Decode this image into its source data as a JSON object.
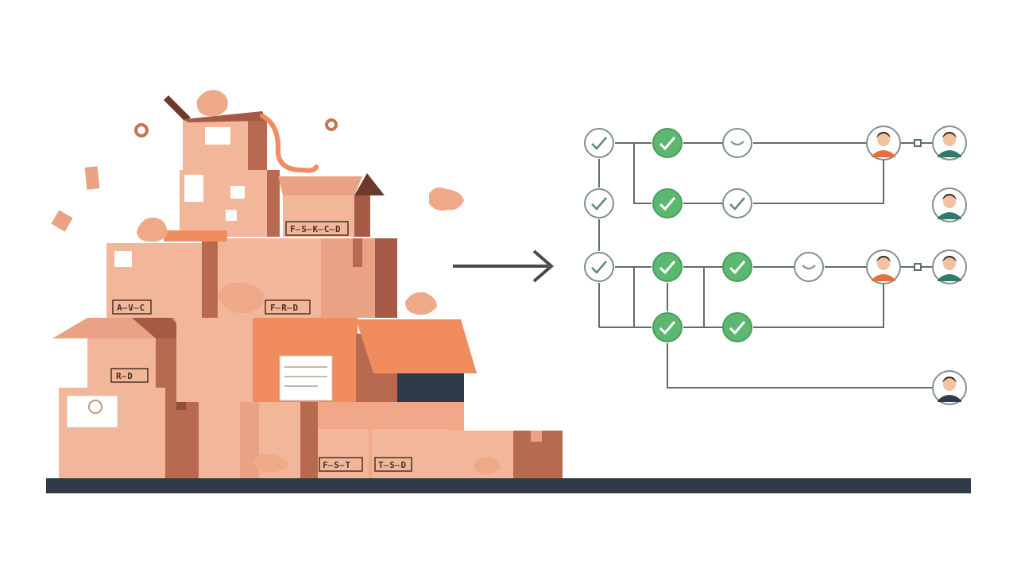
{
  "illustration": {
    "box_labels": [
      "F̶S̶K̶C̶D",
      "A̶V̶C",
      "F̶R̶D",
      "R̶D",
      "F̶S̶T",
      "T̶S̶D"
    ],
    "colors": {
      "box_light": "#f2b69a",
      "box_mid": "#e9a283",
      "box_orange": "#f08c5e",
      "box_shadow": "#b86a50",
      "box_dark_side": "#a65a45",
      "floor": "#2f3b48",
      "peanut": "#eea989",
      "arrow": "#4a4a4a",
      "line": "#5f6e6a",
      "node_green": "#5cb870",
      "node_outline": "#7f918b",
      "avatar_teal": "#2f7a6b",
      "avatar_orange": "#e0733d"
    },
    "icons": [
      "check-icon",
      "smile-icon",
      "person-icon",
      "arrow-right-icon"
    ]
  }
}
